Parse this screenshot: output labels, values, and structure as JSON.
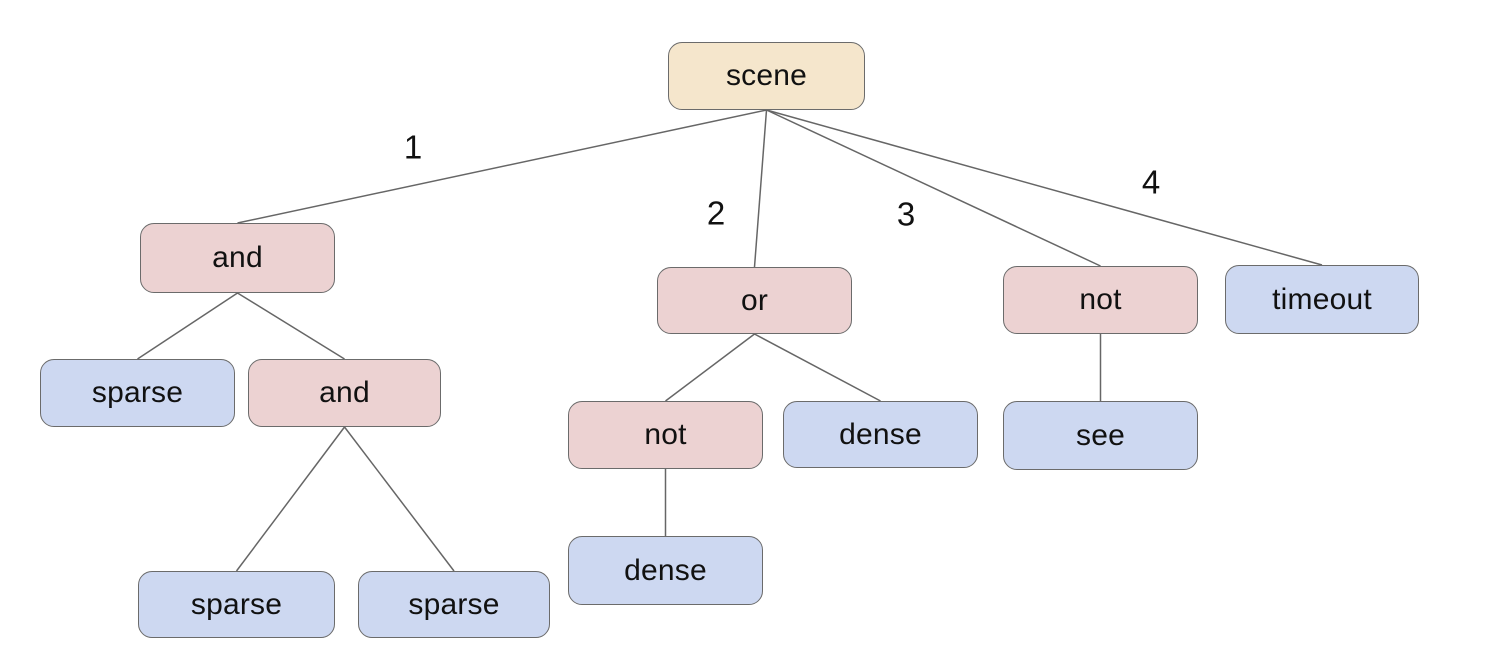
{
  "diagram": {
    "description": "scene behavior expression tree",
    "colors": {
      "background": "#ffffff",
      "root_fill": "#f5e6cc",
      "operator_fill": "#ecd2d2",
      "terminal_fill": "#cdd8f1",
      "node_border": "#6b6b6b",
      "edge_line": "#666666",
      "text": "#111111"
    },
    "nodes": [
      {
        "id": "scene",
        "label": "scene",
        "kind": "root"
      },
      {
        "id": "and1",
        "label": "and",
        "kind": "operator"
      },
      {
        "id": "or1",
        "label": "or",
        "kind": "operator"
      },
      {
        "id": "not1",
        "label": "not",
        "kind": "operator"
      },
      {
        "id": "timeout1",
        "label": "timeout",
        "kind": "terminal"
      },
      {
        "id": "sparse1",
        "label": "sparse",
        "kind": "terminal"
      },
      {
        "id": "and2",
        "label": "and",
        "kind": "operator"
      },
      {
        "id": "sparse2",
        "label": "sparse",
        "kind": "terminal"
      },
      {
        "id": "sparse3",
        "label": "sparse",
        "kind": "terminal"
      },
      {
        "id": "not2",
        "label": "not",
        "kind": "operator"
      },
      {
        "id": "dense1",
        "label": "dense",
        "kind": "terminal"
      },
      {
        "id": "dense2",
        "label": "dense",
        "kind": "terminal"
      },
      {
        "id": "see1",
        "label": "see",
        "kind": "terminal"
      }
    ],
    "edges": [
      {
        "from": "scene",
        "to": "and1",
        "label": "1"
      },
      {
        "from": "scene",
        "to": "or1",
        "label": "2"
      },
      {
        "from": "scene",
        "to": "not1",
        "label": "3"
      },
      {
        "from": "scene",
        "to": "timeout1",
        "label": "4"
      },
      {
        "from": "and1",
        "to": "sparse1"
      },
      {
        "from": "and1",
        "to": "and2"
      },
      {
        "from": "and2",
        "to": "sparse2"
      },
      {
        "from": "and2",
        "to": "sparse3"
      },
      {
        "from": "or1",
        "to": "not2"
      },
      {
        "from": "or1",
        "to": "dense1"
      },
      {
        "from": "not2",
        "to": "dense2"
      },
      {
        "from": "not1",
        "to": "see1"
      }
    ]
  }
}
